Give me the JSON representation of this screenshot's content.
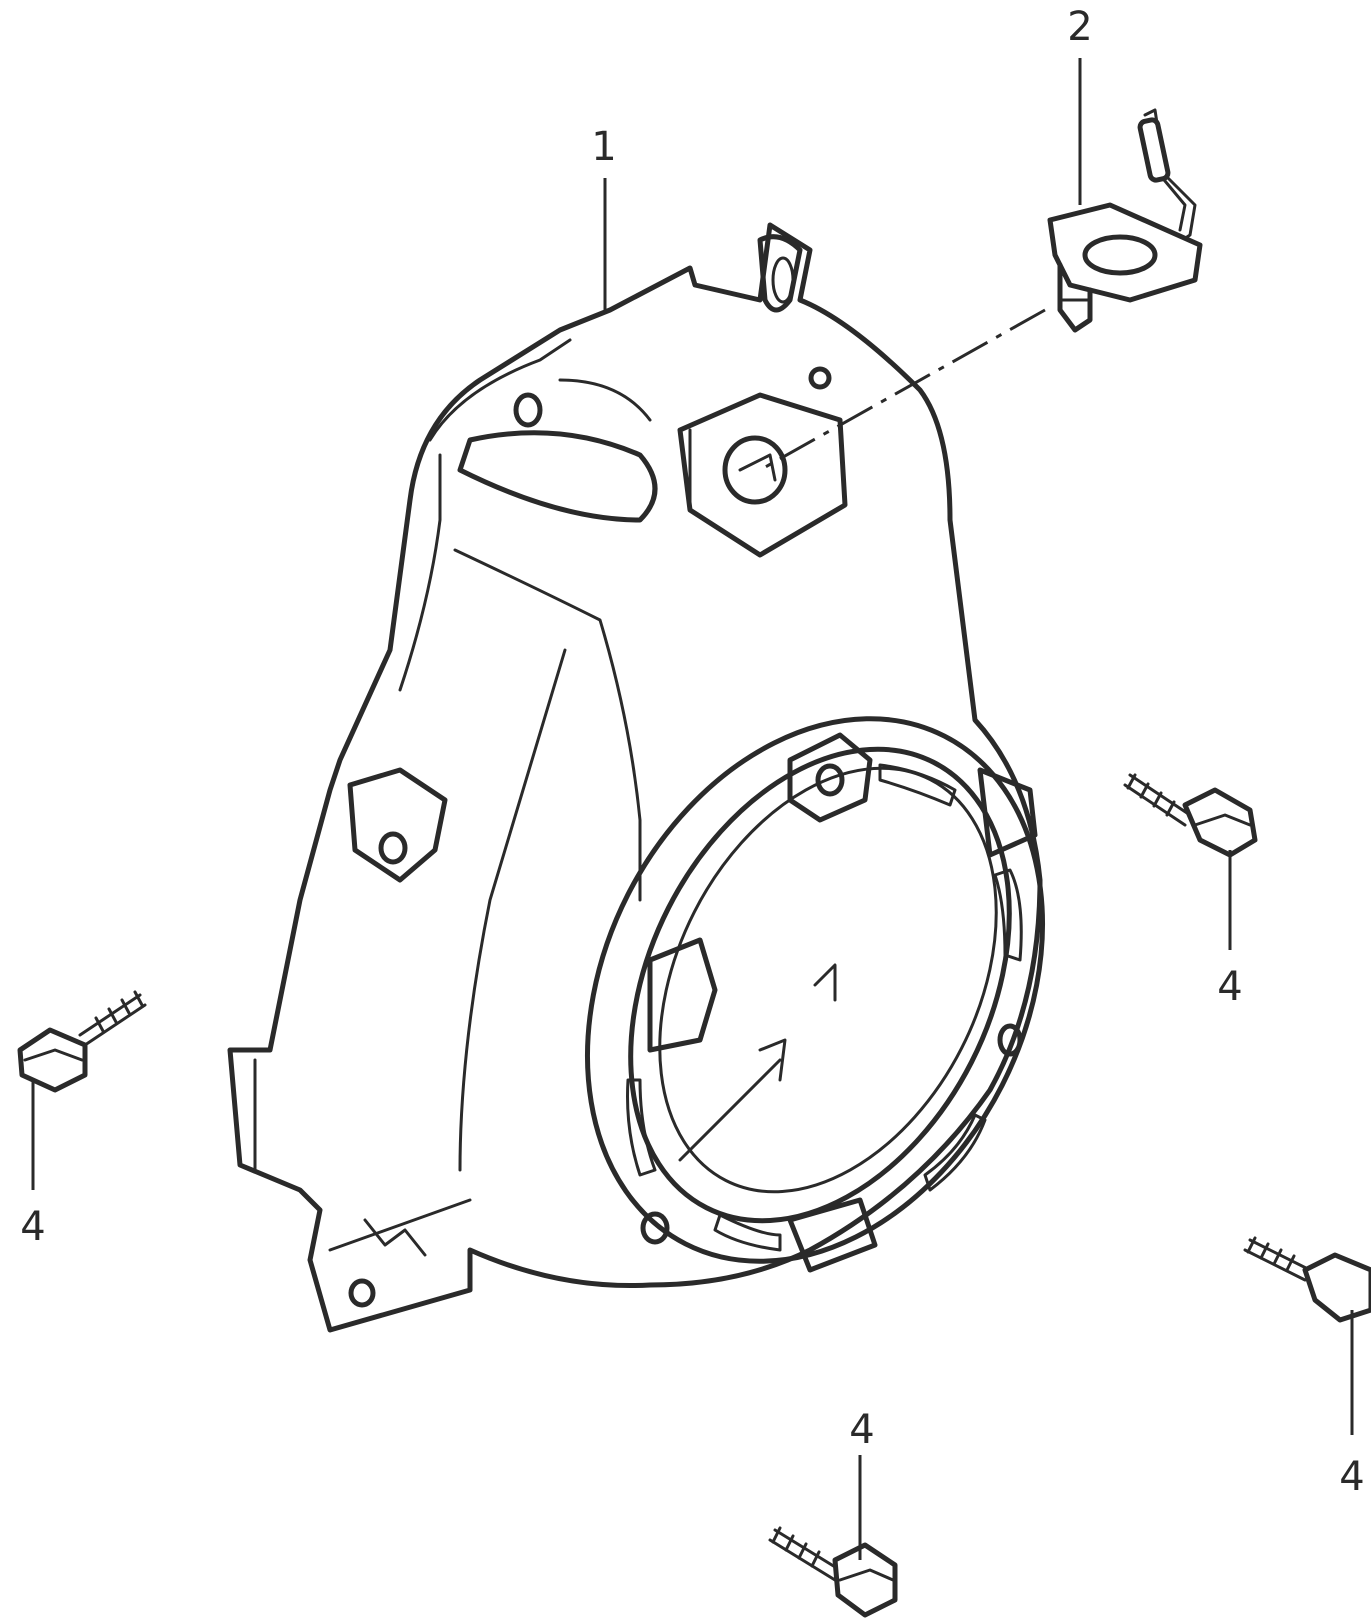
{
  "parts": [
    {
      "id": "shroud",
      "name": "fan-shroud",
      "label": "1"
    },
    {
      "id": "switch",
      "name": "oil-pressure-switch",
      "label": "2"
    },
    {
      "id": "bolt-right-upper",
      "name": "flange-bolt",
      "label": "4"
    },
    {
      "id": "bolt-left",
      "name": "flange-bolt",
      "label": "4"
    },
    {
      "id": "bolt-right-lower",
      "name": "flange-bolt",
      "label": "4"
    },
    {
      "id": "bolt-bottom",
      "name": "flange-bolt",
      "label": "4"
    }
  ]
}
